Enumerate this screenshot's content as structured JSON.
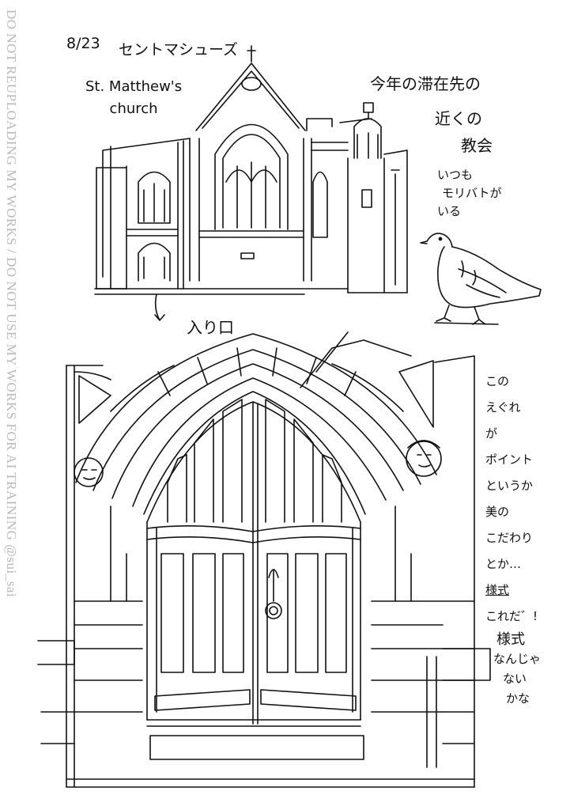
{
  "watermark": "DO NOT REUPLOADING MY WORKS / DO NOT USE MY WORKS FOR AI TRAINING  @sui_sai",
  "header": {
    "date": "8/23",
    "title": "セントマシューズ"
  },
  "church_name": {
    "line1": "St. Matthew's",
    "line2": "church"
  },
  "note_top": {
    "line1": "今年の滞在先の",
    "line2": "近くの",
    "line3": "教会"
  },
  "note_pigeon": {
    "line1": "いつも",
    "line2": "モリバトが",
    "line3": "いる"
  },
  "entrance_label": "入り口",
  "note_arch": {
    "line1": "この",
    "line2": "えぐれ",
    "line3": "が",
    "line4": "ポイント",
    "line5": "というか",
    "line6": "美の",
    "line7": "こだわり",
    "line8": "とか…",
    "line9": "様式",
    "line10": "これだ゛!"
  },
  "note_bottom": {
    "line1": "様式",
    "line2": "なんじゃ",
    "line3": "ない",
    "line4": "かな"
  }
}
